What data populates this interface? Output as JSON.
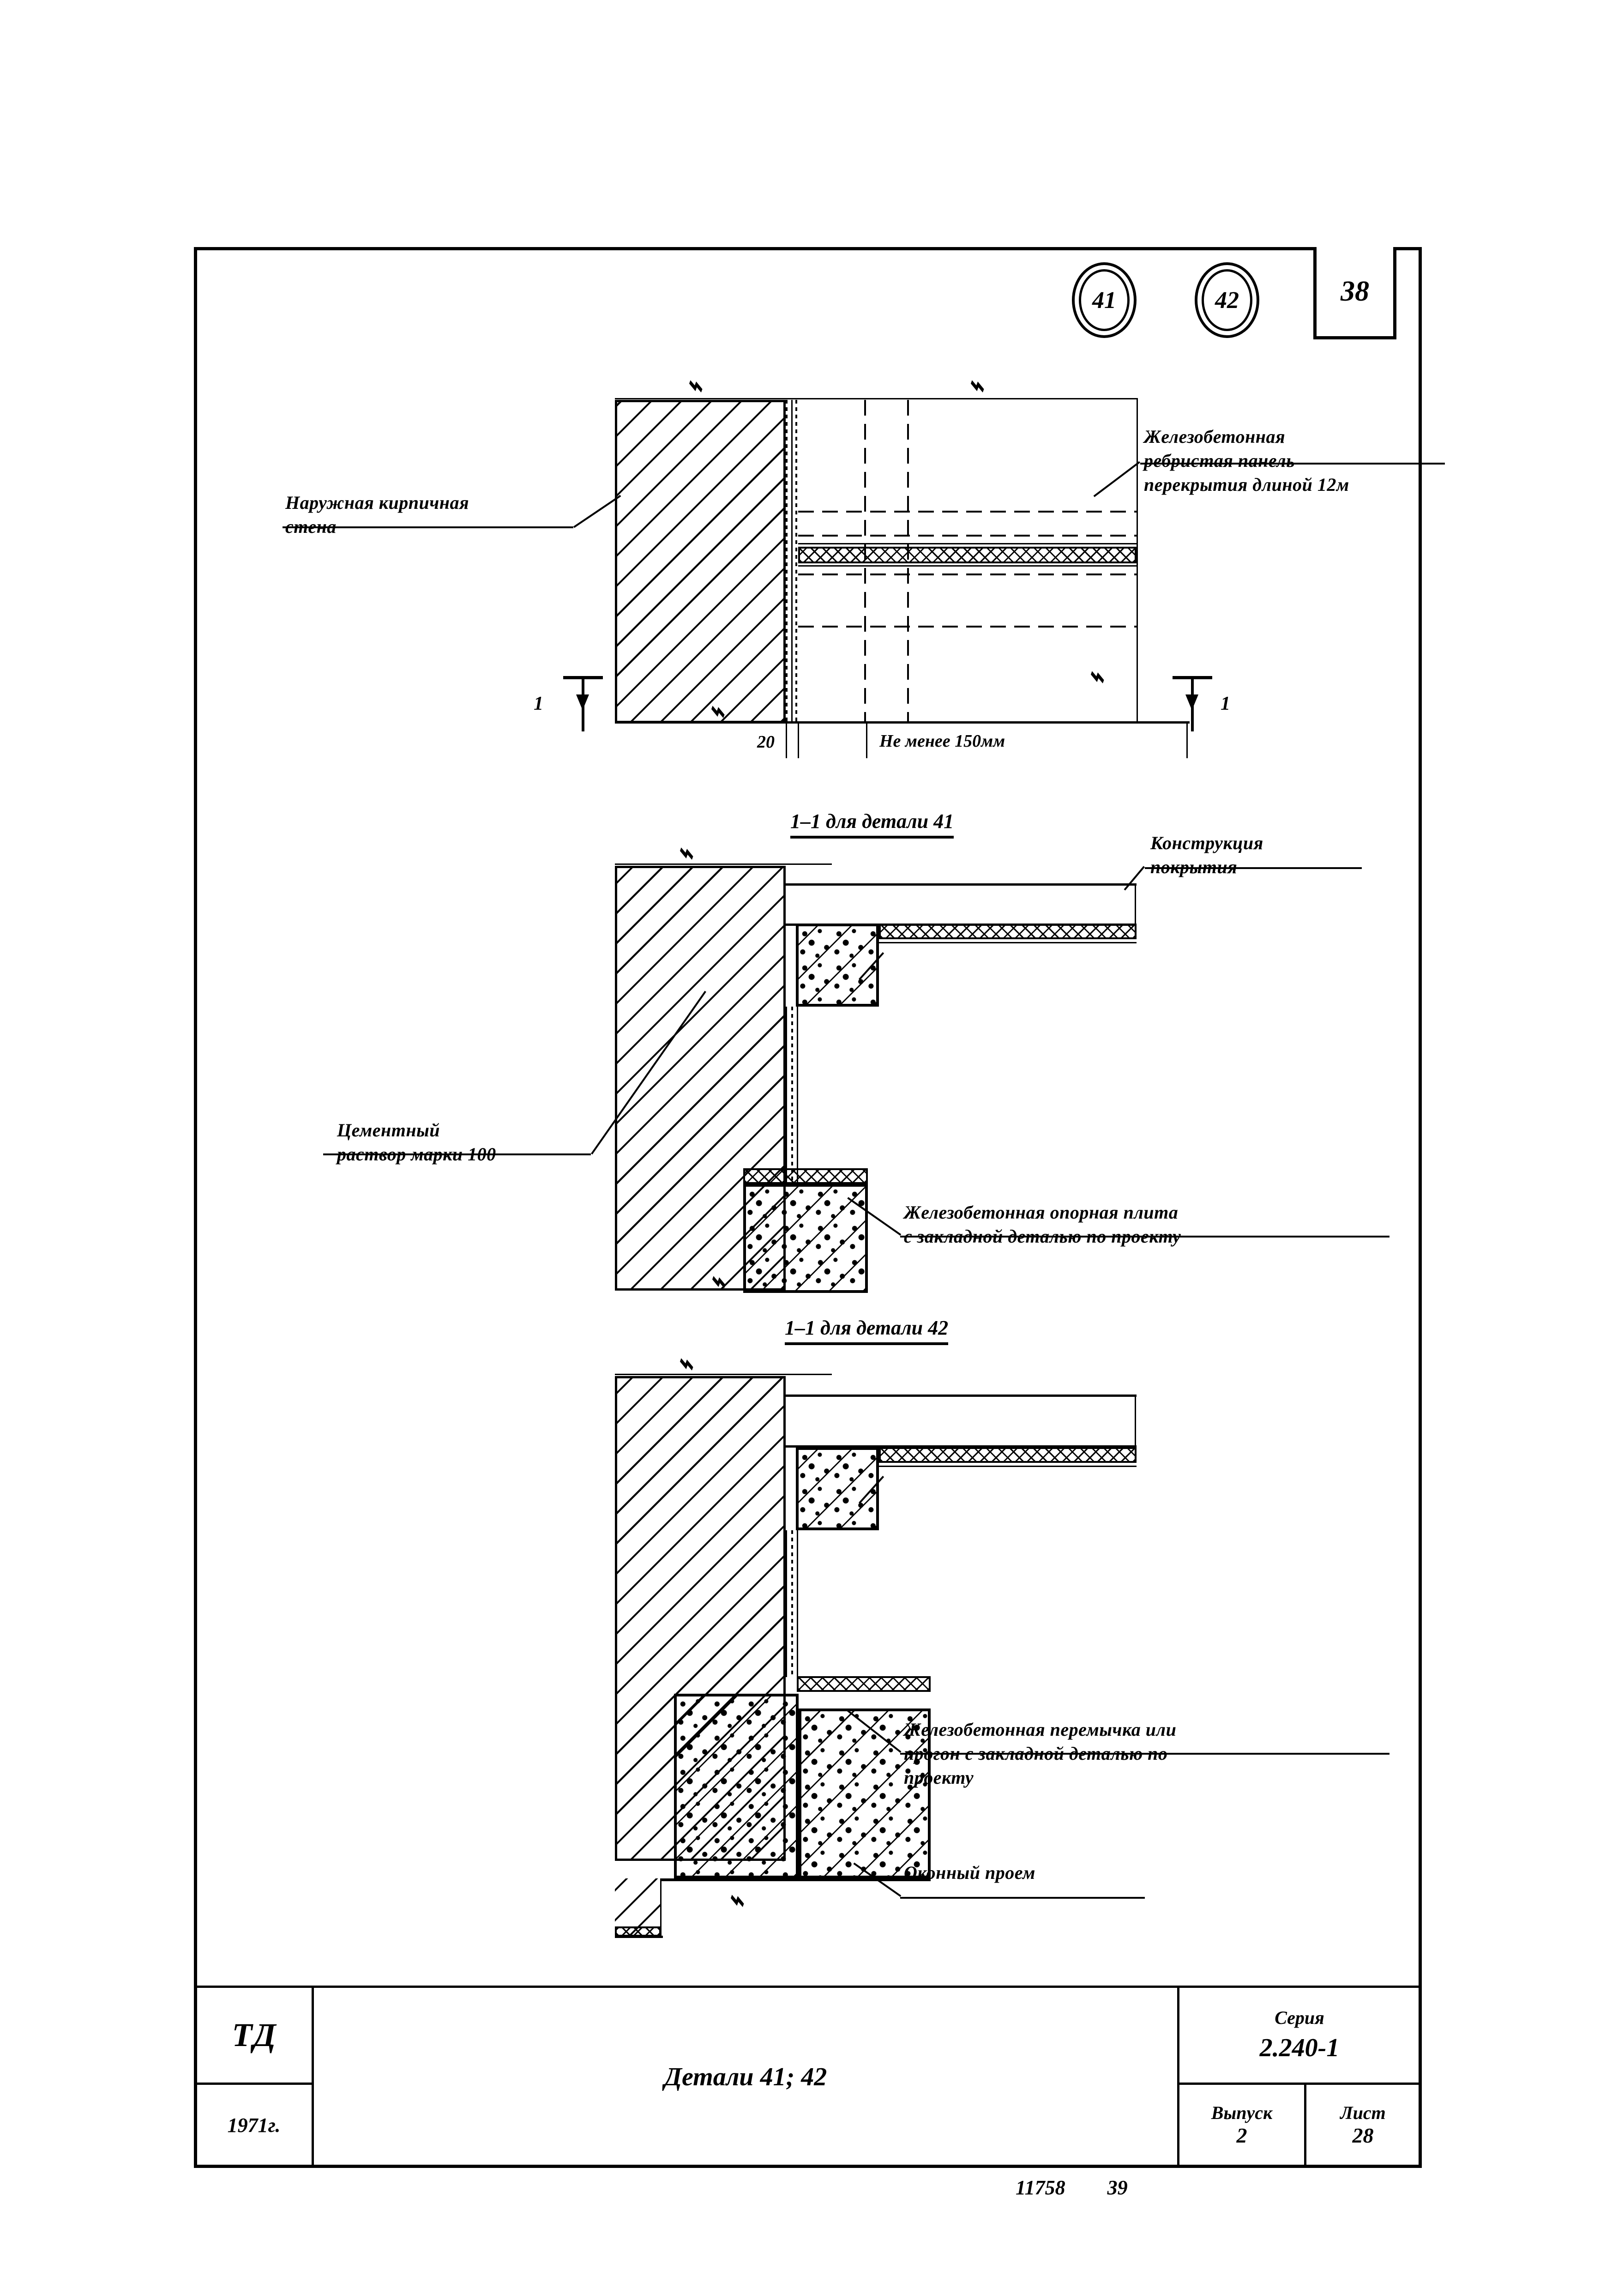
{
  "sheet": {
    "page_number": "38",
    "detail_bubbles": [
      "41",
      "42"
    ]
  },
  "plan_detail": {
    "label_wall": "Наружная кирпичная\nстена",
    "label_panel": "Железобетонная\nребристая панель\nперекрытия длиной 12м",
    "dim_20": "20",
    "dim_min": "Не менее 150мм",
    "section_mark_left": "1",
    "section_mark_right": "1"
  },
  "section_41": {
    "title": "1–1 для детали 41",
    "label_roof": "Конструкция\nпокрытия",
    "label_mortar": "Цементный\nраствор марки 100",
    "label_plate": "Железобетонная опорная плита\nс закладной деталью по проекту"
  },
  "section_42": {
    "title": "1–1  для  детали 42",
    "label_lintel": "Железобетонная перемычка или\nпрогон с закладной деталью по\nпроекту",
    "label_opening": "Оконный проем"
  },
  "title_block": {
    "org": "ТД",
    "year": "1971г.",
    "drawing_title": "Детали 41; 42",
    "series_label": "Серия",
    "series_value": "2.240-1",
    "issue_label": "Выпуск",
    "issue_value": "2",
    "sheet_label": "Лист",
    "sheet_value": "28"
  },
  "footer": {
    "order_number": "11758",
    "page": "39"
  }
}
